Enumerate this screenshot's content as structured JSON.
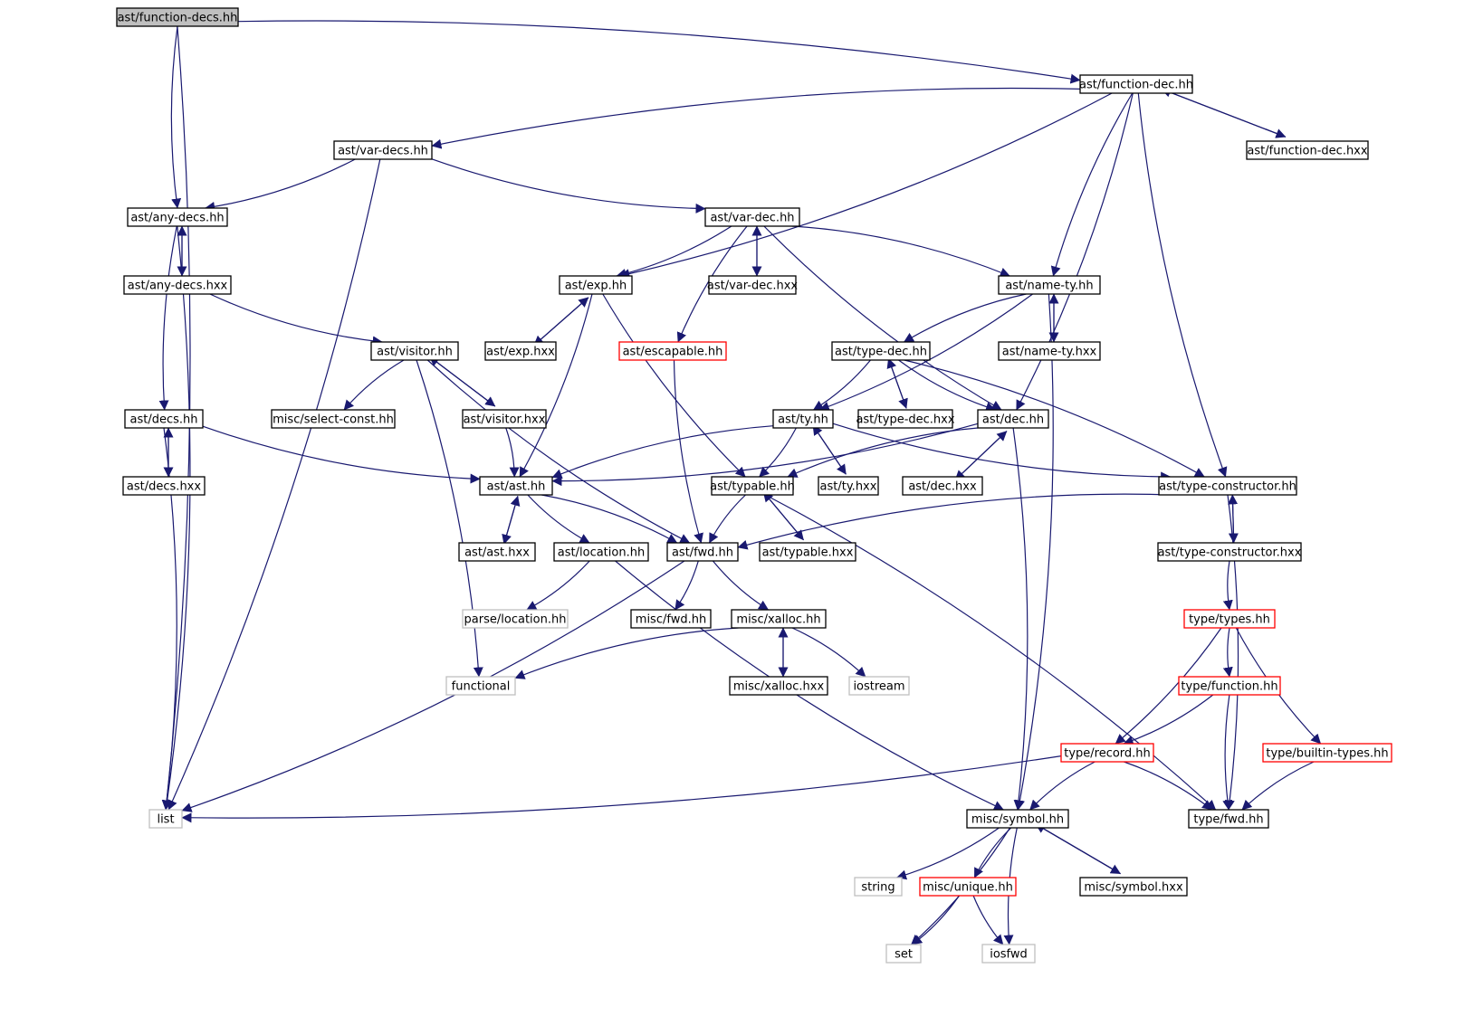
{
  "nodes": [
    {
      "id": "function-decs",
      "label": "ast/function-decs.hh",
      "style": "root"
    },
    {
      "id": "function-dec",
      "label": "ast/function-dec.hh",
      "style": "normal"
    },
    {
      "id": "var-decs",
      "label": "ast/var-decs.hh",
      "style": "normal"
    },
    {
      "id": "function-dec-hxx",
      "label": "ast/function-dec.hxx",
      "style": "normal"
    },
    {
      "id": "any-decs",
      "label": "ast/any-decs.hh",
      "style": "normal"
    },
    {
      "id": "var-dec",
      "label": "ast/var-dec.hh",
      "style": "normal"
    },
    {
      "id": "any-decs-hxx",
      "label": "ast/any-decs.hxx",
      "style": "normal"
    },
    {
      "id": "exp",
      "label": "ast/exp.hh",
      "style": "normal"
    },
    {
      "id": "var-dec-hxx",
      "label": "ast/var-dec.hxx",
      "style": "normal"
    },
    {
      "id": "name-ty",
      "label": "ast/name-ty.hh",
      "style": "normal"
    },
    {
      "id": "visitor",
      "label": "ast/visitor.hh",
      "style": "normal"
    },
    {
      "id": "exp-hxx",
      "label": "ast/exp.hxx",
      "style": "normal"
    },
    {
      "id": "escapable",
      "label": "ast/escapable.hh",
      "style": "red"
    },
    {
      "id": "type-dec",
      "label": "ast/type-dec.hh",
      "style": "normal"
    },
    {
      "id": "name-ty-hxx",
      "label": "ast/name-ty.hxx",
      "style": "normal"
    },
    {
      "id": "decs",
      "label": "ast/decs.hh",
      "style": "normal"
    },
    {
      "id": "select-const",
      "label": "misc/select-const.hh",
      "style": "normal"
    },
    {
      "id": "visitor-hxx",
      "label": "ast/visitor.hxx",
      "style": "normal"
    },
    {
      "id": "ty",
      "label": "ast/ty.hh",
      "style": "normal"
    },
    {
      "id": "type-dec-hxx",
      "label": "ast/type-dec.hxx",
      "style": "normal"
    },
    {
      "id": "dec",
      "label": "ast/dec.hh",
      "style": "normal"
    },
    {
      "id": "decs-hxx",
      "label": "ast/decs.hxx",
      "style": "normal"
    },
    {
      "id": "ast",
      "label": "ast/ast.hh",
      "style": "normal"
    },
    {
      "id": "typable",
      "label": "ast/typable.hh",
      "style": "normal"
    },
    {
      "id": "ty-hxx",
      "label": "ast/ty.hxx",
      "style": "normal"
    },
    {
      "id": "dec-hxx",
      "label": "ast/dec.hxx",
      "style": "normal"
    },
    {
      "id": "type-constructor",
      "label": "ast/type-constructor.hh",
      "style": "normal"
    },
    {
      "id": "ast-hxx",
      "label": "ast/ast.hxx",
      "style": "normal"
    },
    {
      "id": "location",
      "label": "ast/location.hh",
      "style": "normal"
    },
    {
      "id": "fwd",
      "label": "ast/fwd.hh",
      "style": "normal"
    },
    {
      "id": "typable-hxx",
      "label": "ast/typable.hxx",
      "style": "normal"
    },
    {
      "id": "type-constructor-hxx",
      "label": "ast/type-constructor.hxx",
      "style": "normal"
    },
    {
      "id": "parse-location",
      "label": "parse/location.hh",
      "style": "ext"
    },
    {
      "id": "misc-fwd",
      "label": "misc/fwd.hh",
      "style": "normal"
    },
    {
      "id": "xalloc",
      "label": "misc/xalloc.hh",
      "style": "normal"
    },
    {
      "id": "types",
      "label": "type/types.hh",
      "style": "red"
    },
    {
      "id": "functional",
      "label": "functional",
      "style": "ext"
    },
    {
      "id": "xalloc-hxx",
      "label": "misc/xalloc.hxx",
      "style": "normal"
    },
    {
      "id": "iostream",
      "label": "iostream",
      "style": "ext"
    },
    {
      "id": "type-function",
      "label": "type/function.hh",
      "style": "red"
    },
    {
      "id": "record",
      "label": "type/record.hh",
      "style": "red"
    },
    {
      "id": "builtin-types",
      "label": "type/builtin-types.hh",
      "style": "red"
    },
    {
      "id": "list",
      "label": "list",
      "style": "ext"
    },
    {
      "id": "symbol",
      "label": "misc/symbol.hh",
      "style": "normal"
    },
    {
      "id": "type-fwd",
      "label": "type/fwd.hh",
      "style": "normal"
    },
    {
      "id": "string",
      "label": "string",
      "style": "ext"
    },
    {
      "id": "unique",
      "label": "misc/unique.hh",
      "style": "red"
    },
    {
      "id": "symbol-hxx",
      "label": "misc/symbol.hxx",
      "style": "normal"
    },
    {
      "id": "set",
      "label": "set",
      "style": "ext"
    },
    {
      "id": "iosfwd",
      "label": "iosfwd",
      "style": "ext"
    }
  ],
  "edges": [
    [
      "function-decs",
      "function-dec"
    ],
    [
      "function-decs",
      "any-decs"
    ],
    [
      "function-decs",
      "list"
    ],
    [
      "function-dec",
      "var-decs"
    ],
    [
      "function-dec",
      "exp"
    ],
    [
      "function-dec",
      "name-ty"
    ],
    [
      "function-dec",
      "dec"
    ],
    [
      "function-dec",
      "type-constructor"
    ],
    [
      "function-dec",
      "function-dec-hxx"
    ],
    [
      "function-dec-hxx",
      "function-dec"
    ],
    [
      "var-decs",
      "any-decs"
    ],
    [
      "var-decs",
      "var-dec"
    ],
    [
      "var-decs",
      "list"
    ],
    [
      "any-decs",
      "any-decs-hxx"
    ],
    [
      "any-decs-hxx",
      "any-decs"
    ],
    [
      "any-decs",
      "decs"
    ],
    [
      "any-decs",
      "list"
    ],
    [
      "any-decs-hxx",
      "visitor"
    ],
    [
      "var-dec",
      "exp"
    ],
    [
      "var-dec",
      "escapable"
    ],
    [
      "var-dec",
      "var-dec-hxx"
    ],
    [
      "var-dec-hxx",
      "var-dec"
    ],
    [
      "var-dec",
      "name-ty"
    ],
    [
      "var-dec",
      "dec"
    ],
    [
      "exp",
      "exp-hxx"
    ],
    [
      "exp-hxx",
      "exp"
    ],
    [
      "exp",
      "ast"
    ],
    [
      "exp",
      "typable"
    ],
    [
      "name-ty",
      "ty"
    ],
    [
      "name-ty",
      "type-dec"
    ],
    [
      "name-ty",
      "name-ty-hxx"
    ],
    [
      "name-ty-hxx",
      "name-ty"
    ],
    [
      "name-ty",
      "symbol"
    ],
    [
      "visitor",
      "select-const"
    ],
    [
      "visitor",
      "visitor-hxx"
    ],
    [
      "visitor-hxx",
      "visitor"
    ],
    [
      "visitor",
      "functional"
    ],
    [
      "visitor",
      "fwd"
    ],
    [
      "visitor-hxx",
      "ast"
    ],
    [
      "escapable",
      "fwd"
    ],
    [
      "type-dec",
      "ty"
    ],
    [
      "type-dec",
      "type-dec-hxx"
    ],
    [
      "type-dec-hxx",
      "type-dec"
    ],
    [
      "type-dec",
      "dec"
    ],
    [
      "type-dec",
      "type-constructor"
    ],
    [
      "decs",
      "decs-hxx"
    ],
    [
      "decs-hxx",
      "decs"
    ],
    [
      "decs",
      "ast"
    ],
    [
      "decs",
      "list"
    ],
    [
      "ty",
      "ast"
    ],
    [
      "ty",
      "typable"
    ],
    [
      "ty",
      "ty-hxx"
    ],
    [
      "ty-hxx",
      "ty"
    ],
    [
      "ty",
      "type-constructor"
    ],
    [
      "dec",
      "ast"
    ],
    [
      "dec",
      "typable"
    ],
    [
      "dec",
      "dec-hxx"
    ],
    [
      "dec-hxx",
      "dec"
    ],
    [
      "dec",
      "symbol"
    ],
    [
      "ast",
      "ast-hxx"
    ],
    [
      "ast-hxx",
      "ast"
    ],
    [
      "ast",
      "location"
    ],
    [
      "ast",
      "fwd"
    ],
    [
      "typable",
      "fwd"
    ],
    [
      "typable",
      "typable-hxx"
    ],
    [
      "typable-hxx",
      "typable"
    ],
    [
      "typable",
      "type-fwd"
    ],
    [
      "type-constructor",
      "fwd"
    ],
    [
      "type-constructor",
      "type-constructor-hxx"
    ],
    [
      "type-constructor-hxx",
      "type-constructor"
    ],
    [
      "type-constructor",
      "type-fwd"
    ],
    [
      "type-constructor-hxx",
      "types"
    ],
    [
      "location",
      "parse-location"
    ],
    [
      "location",
      "symbol"
    ],
    [
      "fwd",
      "misc-fwd"
    ],
    [
      "fwd",
      "xalloc"
    ],
    [
      "fwd",
      "list"
    ],
    [
      "xalloc",
      "functional"
    ],
    [
      "xalloc",
      "xalloc-hxx"
    ],
    [
      "xalloc-hxx",
      "xalloc"
    ],
    [
      "xalloc",
      "iostream"
    ],
    [
      "types",
      "type-function"
    ],
    [
      "types",
      "record"
    ],
    [
      "types",
      "builtin-types"
    ],
    [
      "type-function",
      "record"
    ],
    [
      "type-function",
      "type-fwd"
    ],
    [
      "record",
      "list"
    ],
    [
      "record",
      "symbol"
    ],
    [
      "record",
      "type-fwd"
    ],
    [
      "builtin-types",
      "type-fwd"
    ],
    [
      "symbol",
      "string"
    ],
    [
      "symbol",
      "unique"
    ],
    [
      "symbol",
      "symbol-hxx"
    ],
    [
      "symbol-hxx",
      "symbol"
    ],
    [
      "symbol",
      "set"
    ],
    [
      "symbol",
      "iosfwd"
    ],
    [
      "unique",
      "set"
    ],
    [
      "unique",
      "iosfwd"
    ]
  ]
}
